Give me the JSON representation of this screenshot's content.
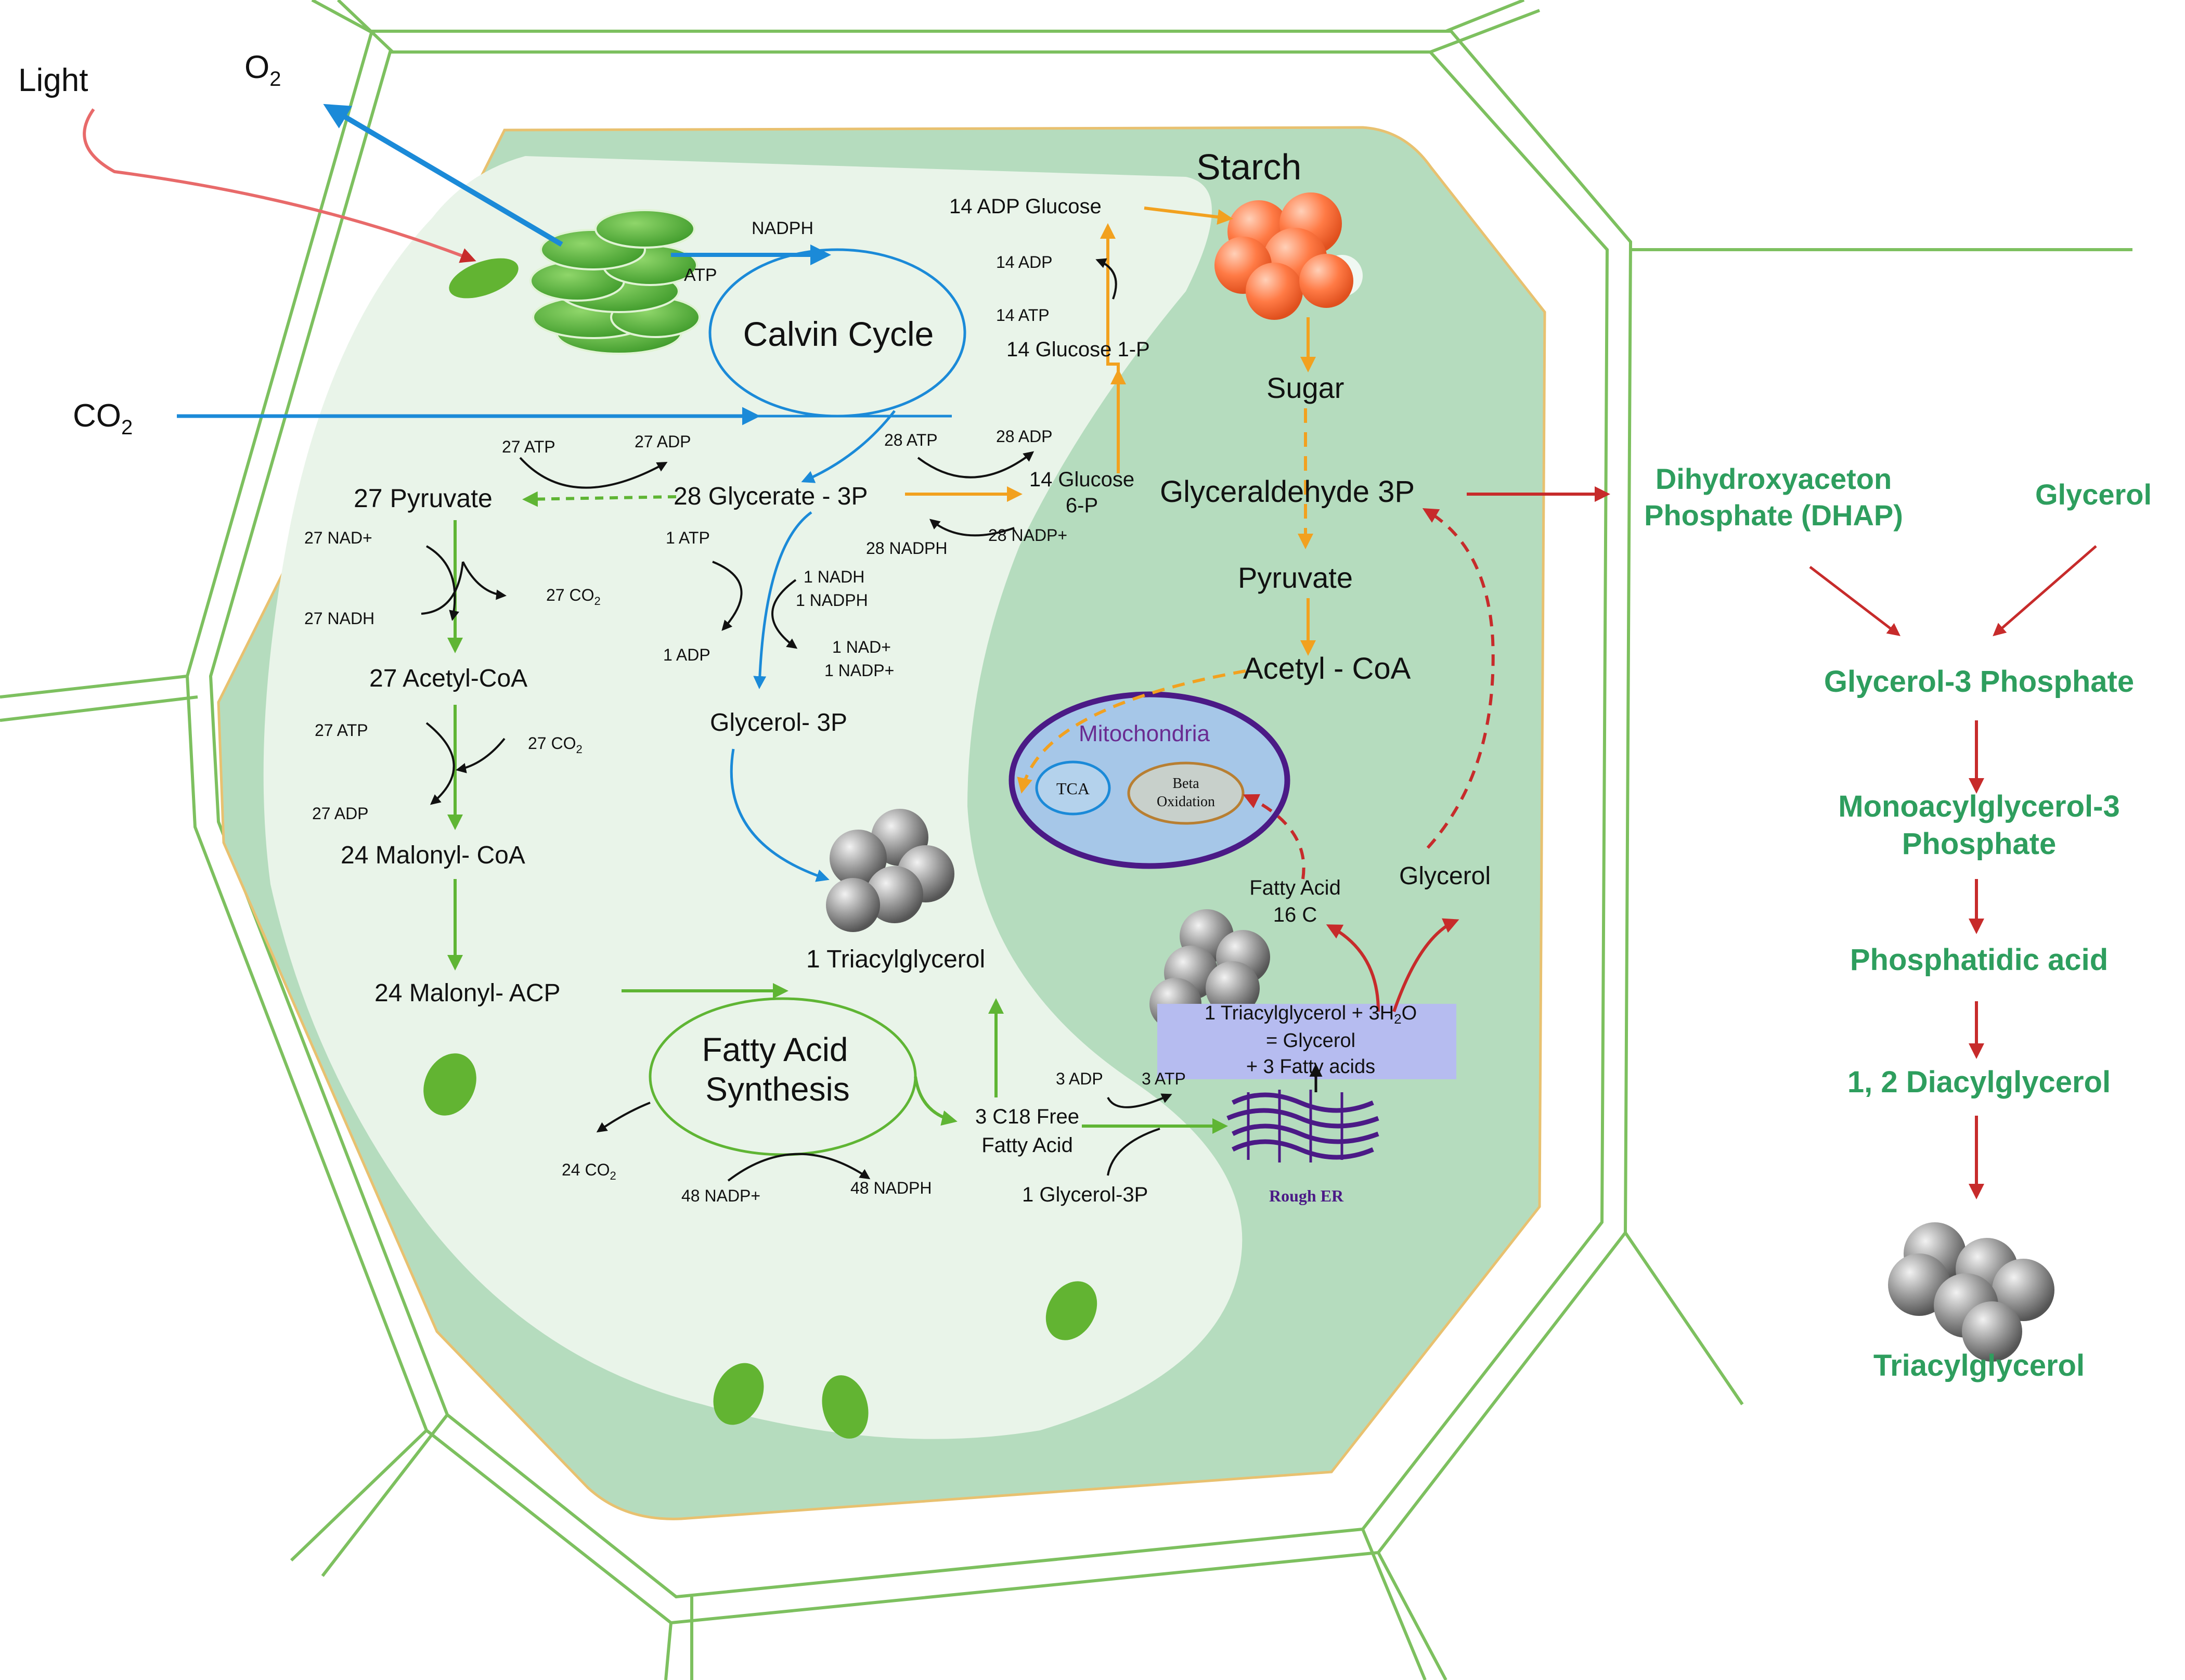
{
  "colors": {
    "outer_wall": "#7dc05f",
    "cytoplasm": "#b5dcbe",
    "chloroplast": "#e9f4e9",
    "blue_arrow": "#1b8ad8",
    "orange_arrow": "#f2a11f",
    "green_arrow": "#5fb534",
    "red_arrow": "#c72b2b",
    "pathway_text": "#2e9e5e",
    "mitochondria": "#4b1a86"
  },
  "icons": [
    "thylakoid-stack-icon",
    "starch-granule-icon",
    "oil-droplet-icon",
    "rough-er-icon",
    "mitochondria-icon",
    "chloroplast-icon"
  ],
  "labels": {
    "light": "Light",
    "o2": "O",
    "o2_sub": "2",
    "co2": "CO",
    "co2_sub": "2",
    "nadph_top": "NADPH",
    "atp_top": "ATP",
    "calvin_cycle": "Calvin Cycle",
    "adp_glucose": "14 ADP Glucose",
    "adp14": "14 ADP",
    "atp14": "14 ATP",
    "glucose1p": "14 Glucose 1-P",
    "starch": "Starch",
    "sugar": "Sugar",
    "atp27": "27 ATP",
    "adp27": "27 ADP",
    "atp28": "28 ATP",
    "adp28": "28 ADP",
    "glucose6p_1": "14 Glucose",
    "glucose6p_2": "6-P",
    "pyruvate27": "27 Pyruvate",
    "glycerate": "28 Glycerate - 3P",
    "nadph28": "28 NADPH",
    "nadp28": "28 NADP+",
    "gap": "Glyceraldehyde 3P",
    "nad27": "27 NAD+",
    "nadh27": "27 NADH",
    "co2_27a": "27  CO",
    "atp1": "1 ATP",
    "nadh1": "1 NADH",
    "nadph1": "1 NADPH",
    "adp1": "1 ADP",
    "nad1": "1 NAD+",
    "nadp1": "1 NADP+",
    "pyruvate": "Pyruvate",
    "acetyl27": "27 Acetyl-CoA",
    "acetyl": "Acetyl - CoA",
    "atp27b": "27 ATP",
    "co2_27b": "27  CO",
    "adp27b": "27 ADP",
    "glycerol3p": "Glycerol- 3P",
    "mitochondria": "Mitochondria",
    "tca": "TCA",
    "beta1": "Beta",
    "beta2": "Oxidation",
    "malonylcoa": "24 Malonyl- CoA",
    "fattyacid16_1": "Fatty Acid",
    "fattyacid16_2": "16 C",
    "glycerol_in": "Glycerol",
    "tag1": "1 Triacylglycerol",
    "malonylacp": "24 Malonyl- ACP",
    "hydro1": "1 Triacylglycerol + 3H",
    "hydro1_sub": "2",
    "hydro1_end": "O",
    "hydro2": "= Glycerol",
    "hydro3": "+ 3 Fatty acids",
    "fas1": "Fatty Acid",
    "fas2": "Synthesis",
    "adp3": "3 ADP",
    "atp3": "3 ATP",
    "c18_1": "3 C18 Free",
    "c18_2": "Fatty Acid",
    "co2_24": "24  CO",
    "nadp48": "48 NADP+",
    "nadph48": "48 NADPH",
    "glycerol3p_1": "1 Glycerol-3P",
    "rough_er": "Rough ER",
    "sub2": "2"
  },
  "pathway": {
    "dhap1": "Dihydroxyaceton",
    "dhap2": "Phosphate (DHAP)",
    "glycerol": "Glycerol",
    "g3p": "Glycerol-3 Phosphate",
    "mag1": "Monoacylglycerol-3",
    "mag2": "Phosphate",
    "pa": "Phosphatidic acid",
    "dag": "1, 2 Diacylglycerol",
    "tag": "Triacylglycerol"
  }
}
